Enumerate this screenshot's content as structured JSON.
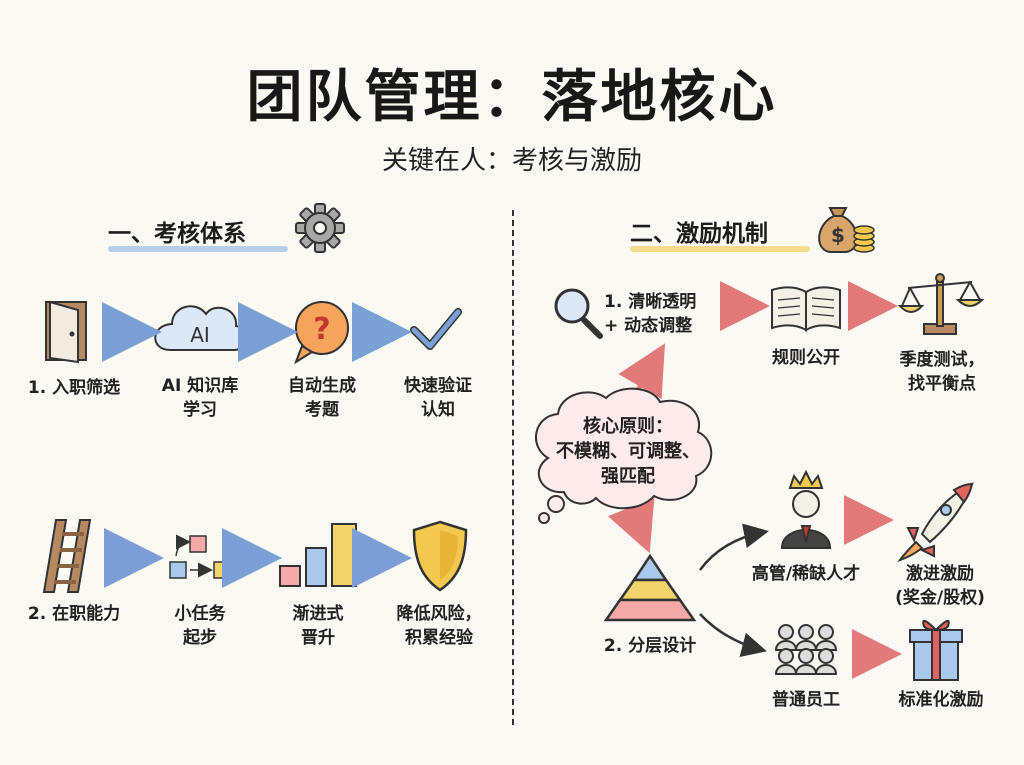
{
  "title": "团队管理：落地核心",
  "subtitle": "关键在人：考核与激励",
  "assessment": {
    "heading": "一、考核体系",
    "onboarding": {
      "label": "1. 入职筛选",
      "steps": [
        {
          "lines": [
            "AI 知识库",
            "学习"
          ],
          "icon_text": "AI"
        },
        {
          "lines": [
            "自动生成",
            "考题"
          ],
          "icon_text": "?"
        },
        {
          "lines": [
            "快速验证",
            "认知"
          ]
        }
      ]
    },
    "on_job": {
      "label": "2. 在职能力",
      "steps": [
        {
          "lines": [
            "小任务",
            "起步"
          ]
        },
        {
          "lines": [
            "渐进式",
            "晋升"
          ]
        },
        {
          "lines": [
            "降低风险，",
            "积累经验"
          ]
        }
      ]
    }
  },
  "incentive": {
    "heading": "二、激励机制",
    "core": {
      "lines": [
        "核心原则：",
        "不模糊、可调整、",
        "强匹配"
      ]
    },
    "transparency": {
      "label_lines": [
        "1. 清晰透明",
        "+ 动态调整"
      ],
      "rules": "规则公开",
      "balance_lines": [
        "季度测试，",
        "找平衡点"
      ]
    },
    "layered": {
      "label": "2. 分层设计",
      "senior": {
        "label": "高管/稀缺人才",
        "reward_lines": [
          "激进激励",
          "(奖金/股权)"
        ]
      },
      "regular": {
        "label": "普通员工",
        "reward": "标准化激励"
      }
    }
  },
  "colors": {
    "blue_arrow": "#7aa0d6",
    "red_arrow": "#e27a7a",
    "underline_blue": "#9fc0e8",
    "underline_yellow": "#f3d36b"
  }
}
